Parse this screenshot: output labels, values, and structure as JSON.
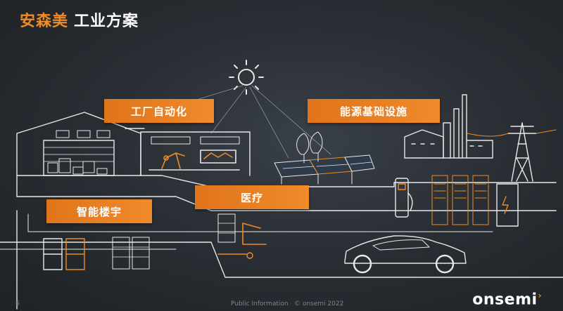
{
  "header": {
    "brand": "安森美",
    "title": "工业方案"
  },
  "callouts": {
    "factory_automation": "工厂自动化",
    "energy_infrastructure": "能源基础设施",
    "smart_building": "智能楼宇",
    "medical": "医疗"
  },
  "footer": {
    "page_number": "6",
    "classification": "Public Information",
    "copyright": "© onsemi 2022"
  },
  "logo": {
    "text": "onsemi",
    "mark": "›"
  },
  "colors": {
    "accent": "#f08a24",
    "background": "#24282e",
    "line": "#e6e6e6"
  }
}
